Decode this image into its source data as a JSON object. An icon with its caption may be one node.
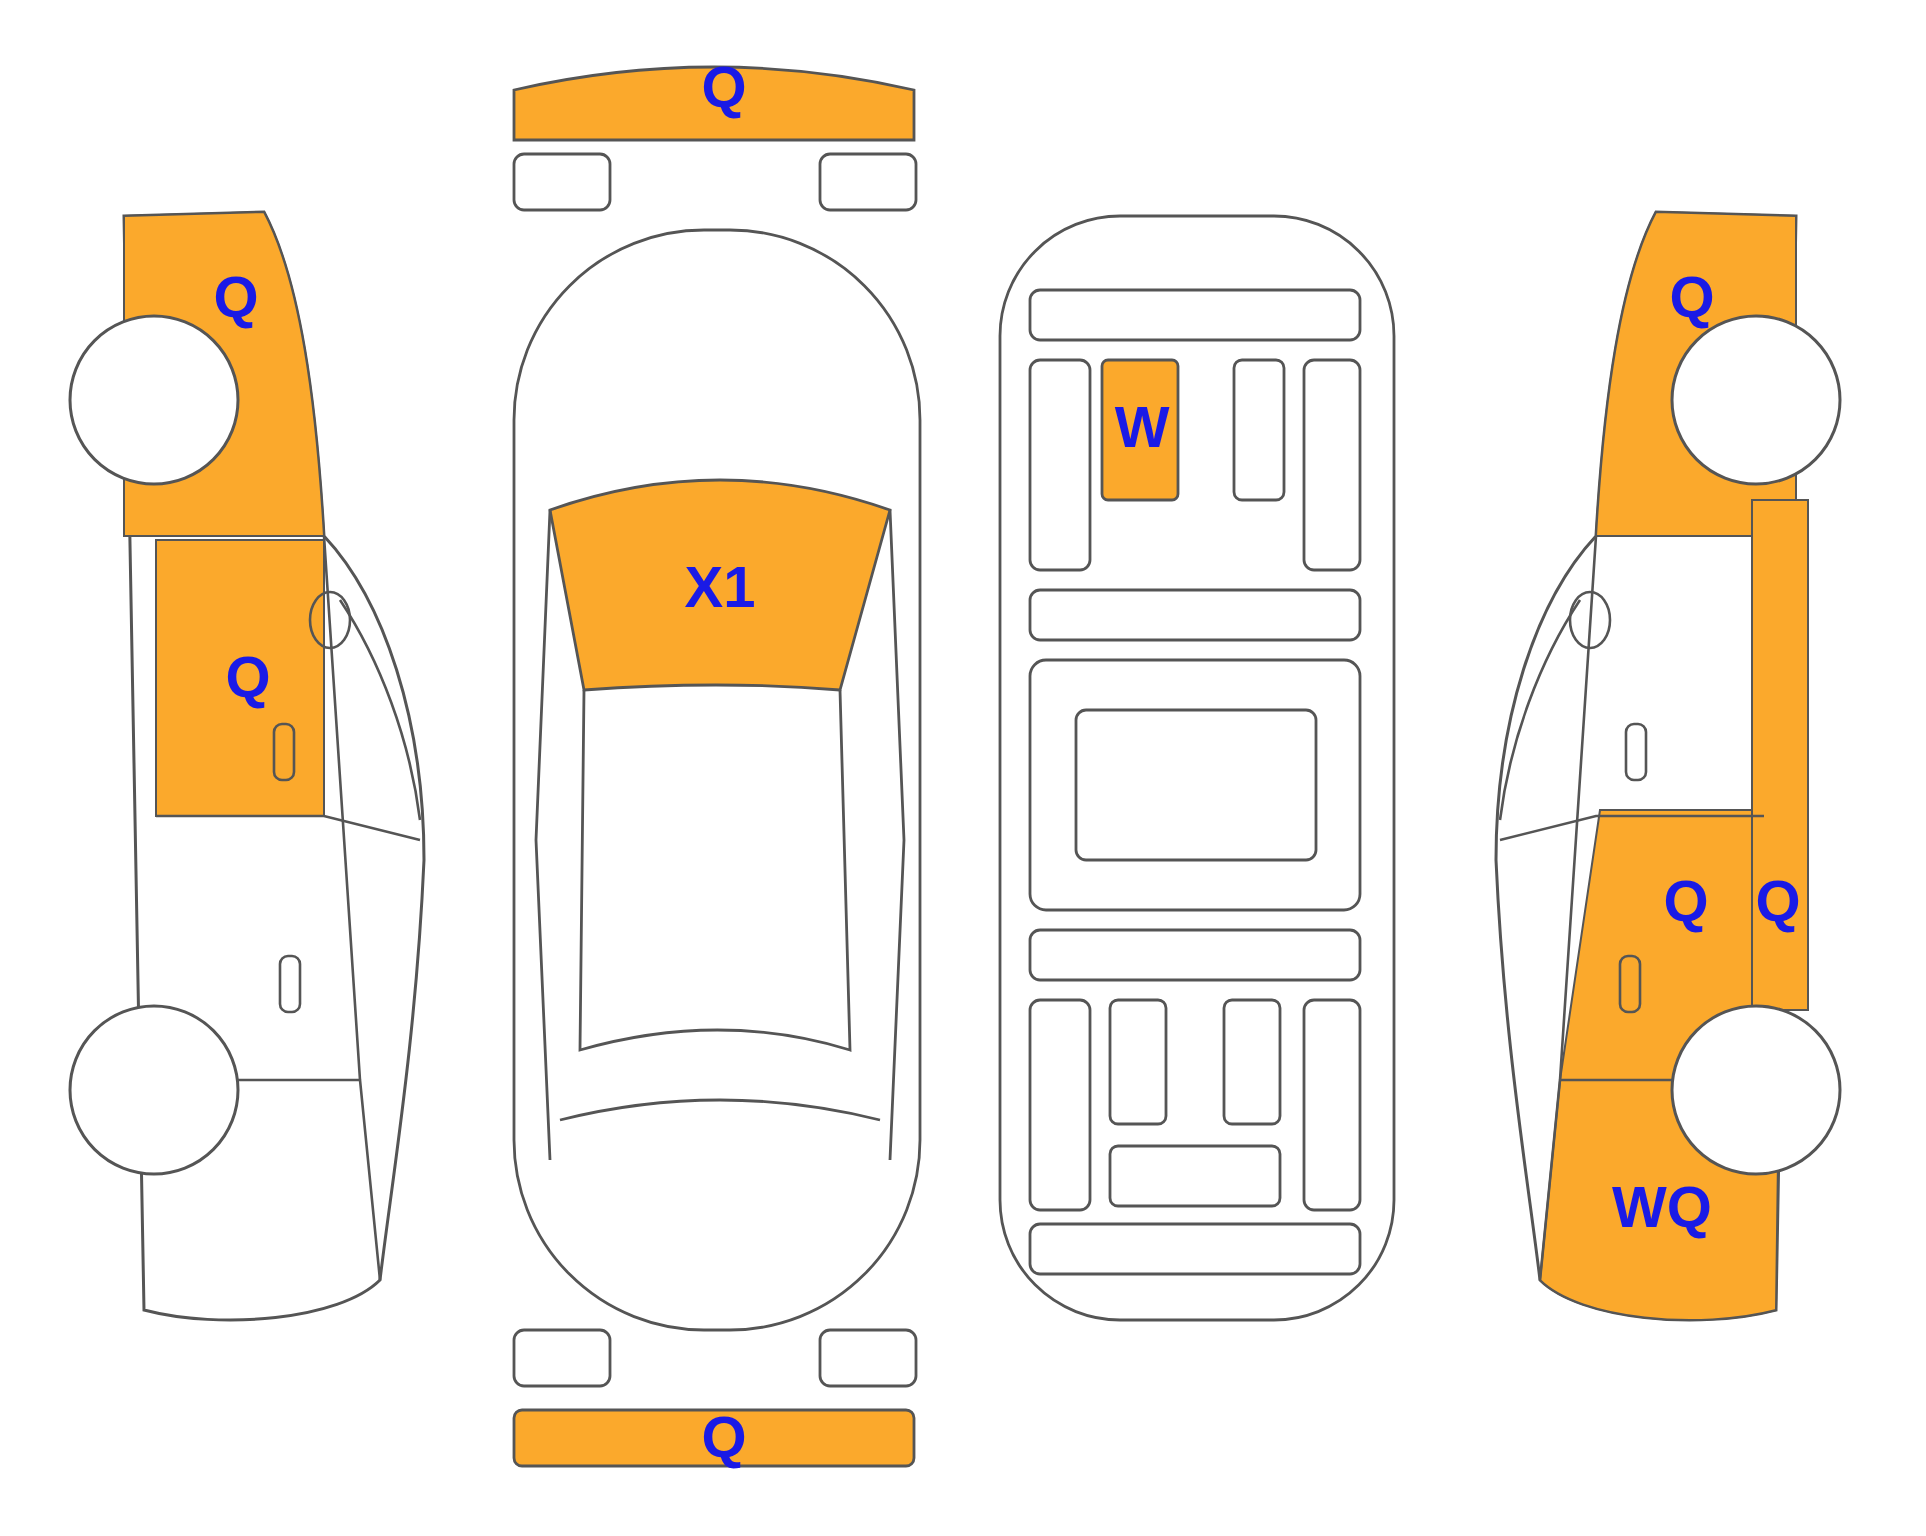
{
  "diagram": {
    "labels": [
      "Q",
      "Q",
      "Q",
      "W",
      "X1",
      "Q",
      "Q",
      "Q",
      "WQ",
      "Q"
    ]
  }
}
